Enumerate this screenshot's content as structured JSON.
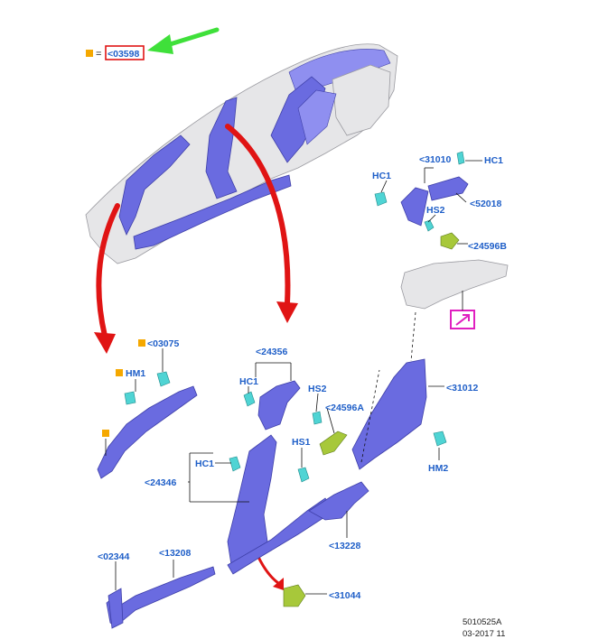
{
  "legend": {
    "equals": "=",
    "code": "<03598",
    "marker_color": "#f5a800"
  },
  "labels": {
    "c31010": "<31010",
    "hc1_top_left": "HC1",
    "hc1_top_right": "HC1",
    "c52018": "<52018",
    "hs2_top": "HS2",
    "c24596b": "<24596B",
    "c03075": "<03075",
    "hm1": "HM1",
    "c24356": "<24356",
    "hc1_mid": "HC1",
    "hs2_mid": "HS2",
    "c24596a": "<24596A",
    "hs1": "HS1",
    "c31012": "<31012",
    "hm2": "HM2",
    "hc1_low": "HC1",
    "c24346": "<24346",
    "c13228": "<13228",
    "c02344": "<02344",
    "c13208": "<13208",
    "c31044": "<31044"
  },
  "footer": {
    "ref": "5010525A",
    "date": "03-2017 11"
  },
  "colors": {
    "trim": "#6a6be0",
    "clip": "#4fd4d4",
    "accent_red": "#e01414",
    "arrow_green": "#3fe03a",
    "label_blue": "#1f5fc8",
    "callout_magenta": "#e020c0"
  }
}
